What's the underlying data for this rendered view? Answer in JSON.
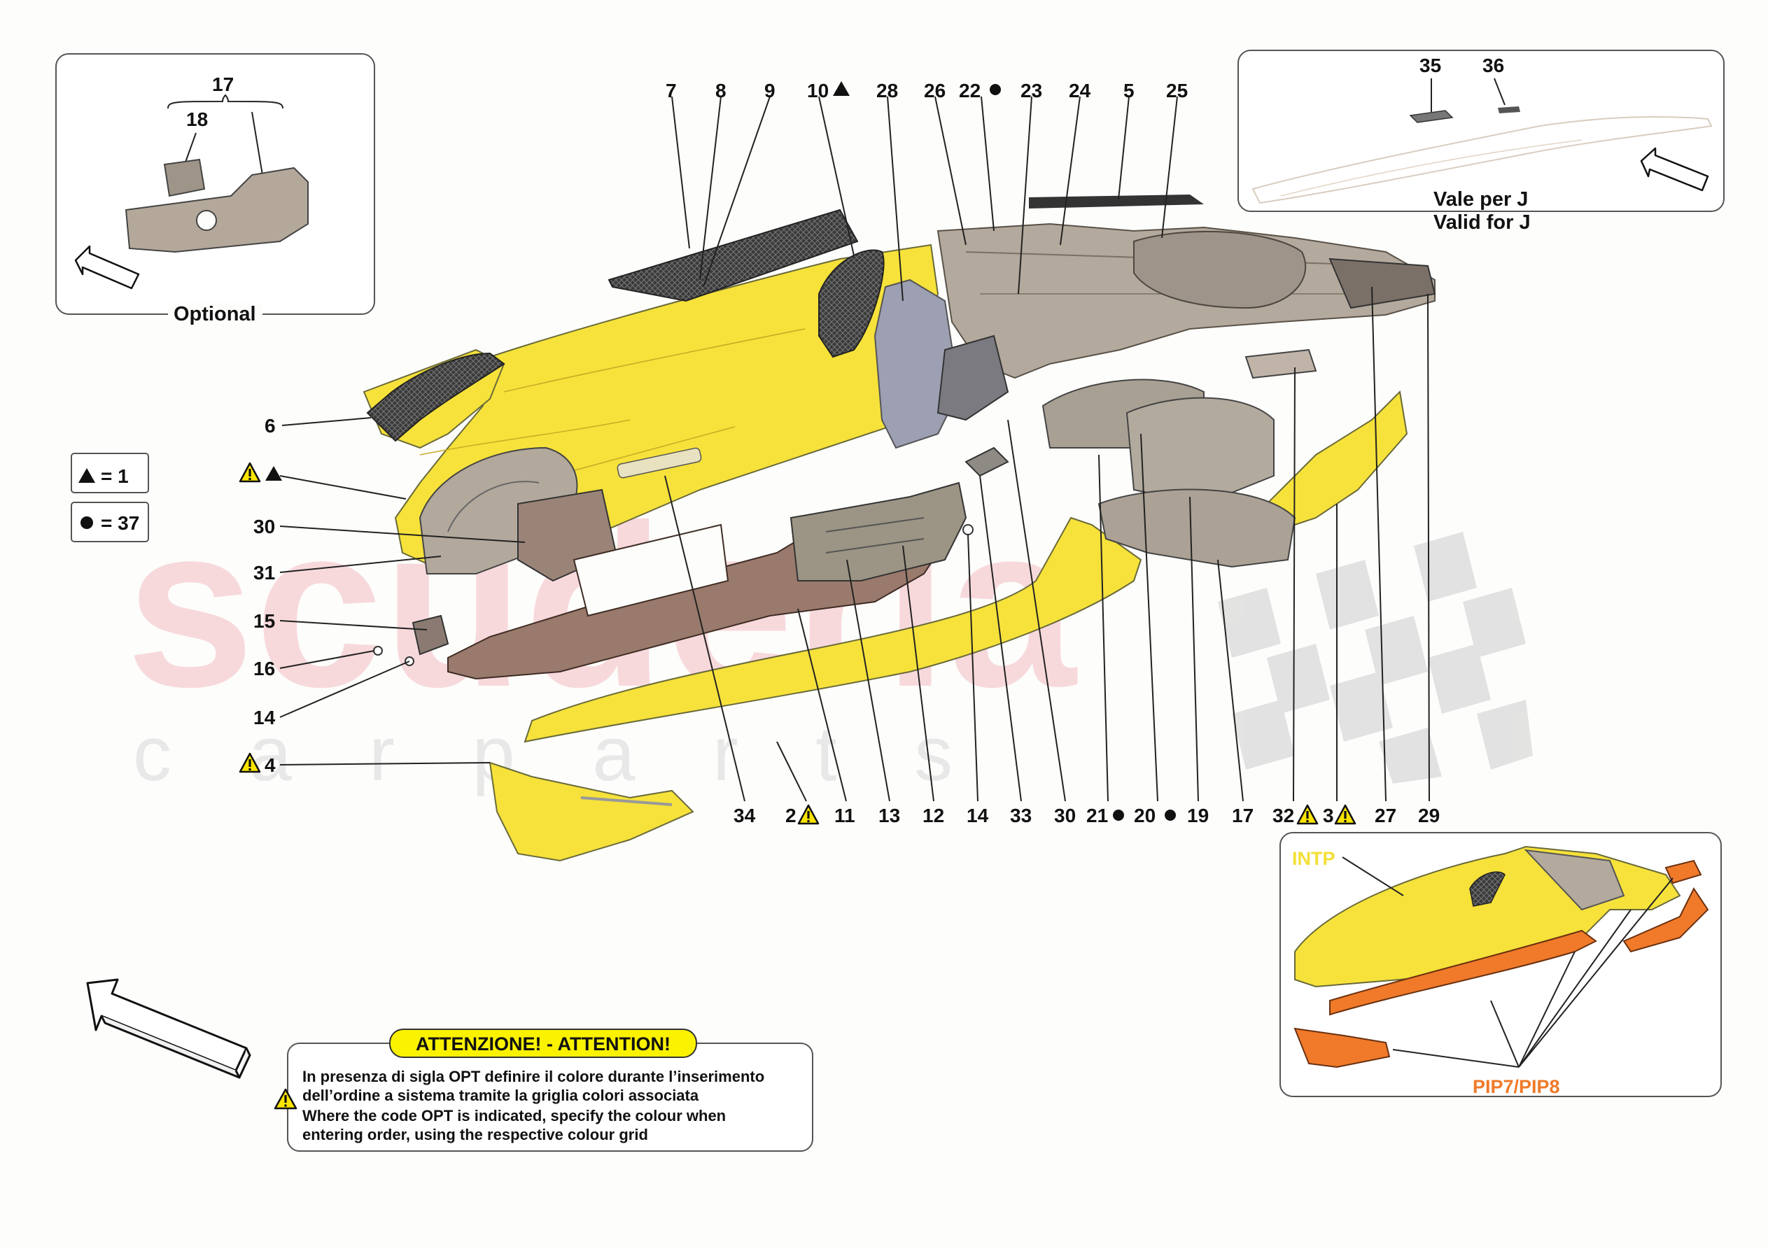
{
  "diagram": {
    "callouts": {
      "c7": "7",
      "c8": "8",
      "c9": "9",
      "c10": "10",
      "c28": "28",
      "c26": "26",
      "c22": "22",
      "c23": "23",
      "c24": "24",
      "c5": "5",
      "c25": "25",
      "c6": "6",
      "c30l": "30",
      "c31": "31",
      "c15": "15",
      "c16": "16",
      "c14l": "14",
      "c4": "4",
      "c34": "34",
      "c2": "2",
      "c11": "11",
      "c13": "13",
      "c12": "12",
      "c14b": "14",
      "c33": "33",
      "c30b": "30",
      "c21": "21",
      "c20": "20",
      "c19": "19",
      "c17b": "17",
      "c32": "32",
      "c3": "3",
      "c27": "27",
      "c29": "29"
    },
    "legend": {
      "triangle_eq": "= 1",
      "dot_eq": "= 37"
    },
    "inset_optional": {
      "label": "Optional",
      "n17": "17",
      "n18": "18"
    },
    "inset_valid": {
      "n35": "35",
      "n36": "36",
      "line1": "Vale per J",
      "line2": "Valid for J"
    },
    "inset_variants": {
      "intp": "INTP",
      "pip": "PIP7/PIP8"
    },
    "watermark": {
      "brand": "scuderia",
      "sub": "c a r p a r t s"
    },
    "colors": {
      "yellow": "#f6e23a",
      "orange": "#f07a2a",
      "grey": "#a89e92",
      "brown": "#8a6a5c",
      "watermark": "#f4c6cc"
    }
  },
  "notice": {
    "title": "ATTENZIONE! - ATTENTION!",
    "line1": "In presenza di sigla OPT definire il colore durante l’inserimento",
    "line2": "dell’ordine a sistema tramite la griglia colori associata",
    "line3": "Where the code OPT is indicated, specify the colour when",
    "line4": "entering order, using the respective colour grid"
  }
}
